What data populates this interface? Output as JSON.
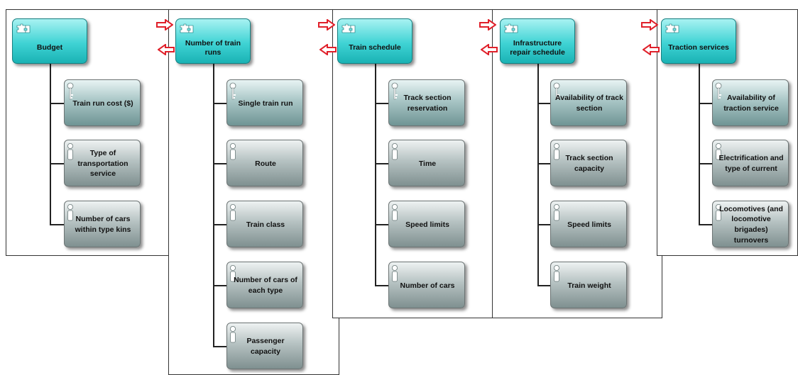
{
  "colors": {
    "entity": "#3fd3d4",
    "attribute_key": "#a9c6c6",
    "attribute_plain": "#b6c2c2",
    "arrow": "#e0202a"
  },
  "columns": [
    {
      "entity": "Budget",
      "attributes": [
        {
          "label": "Train run cost ($)",
          "icon": "key-icon"
        },
        {
          "label": "Type of transportation service",
          "icon": "attribute-icon"
        },
        {
          "label": "Number of cars within type kins",
          "icon": "attribute-icon"
        }
      ]
    },
    {
      "entity": "Number of train runs",
      "attributes": [
        {
          "label": "Single train run",
          "icon": "key-icon"
        },
        {
          "label": "Route",
          "icon": "attribute-icon"
        },
        {
          "label": "Train class",
          "icon": "attribute-icon"
        },
        {
          "label": "Number of cars of each type",
          "icon": "attribute-icon"
        },
        {
          "label": "Passenger capacity",
          "icon": "attribute-icon"
        }
      ]
    },
    {
      "entity": "Train schedule",
      "attributes": [
        {
          "label": "Track section reservation",
          "icon": "key-icon"
        },
        {
          "label": "Time",
          "icon": "attribute-icon"
        },
        {
          "label": "Speed limits",
          "icon": "attribute-icon"
        },
        {
          "label": "Number of cars",
          "icon": "attribute-icon"
        }
      ]
    },
    {
      "entity": "Infrastructure repair schedule",
      "attributes": [
        {
          "label": "Availability of track section",
          "icon": "key-icon"
        },
        {
          "label": "Track section capacity",
          "icon": "attribute-icon"
        },
        {
          "label": "Speed limits",
          "icon": "attribute-icon"
        },
        {
          "label": "Train weight",
          "icon": "attribute-icon"
        }
      ]
    },
    {
      "entity": "Traction services",
      "attributes": [
        {
          "label": "Availability of traction service",
          "icon": "key-icon"
        },
        {
          "label": "Electrification and type of current",
          "icon": "attribute-icon"
        },
        {
          "label": "Locomotives (and locomotive brigades) turnovers",
          "icon": "attribute-icon"
        }
      ]
    }
  ]
}
